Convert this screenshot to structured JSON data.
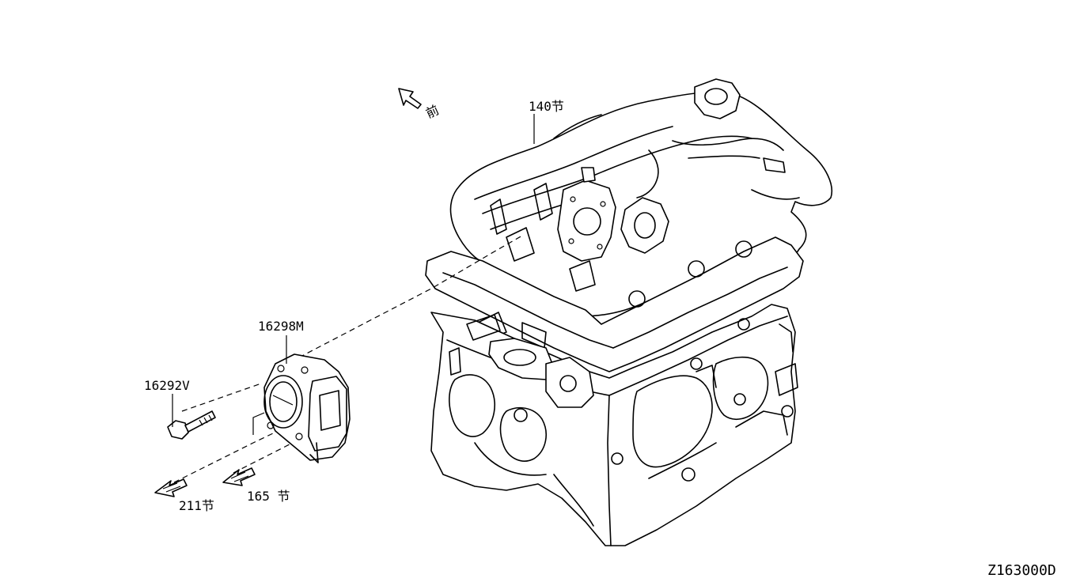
{
  "diagram": {
    "front_marker": {
      "label": "前",
      "icon": "front-arrow-icon"
    },
    "callouts": {
      "intake_manifold_ref": "140节",
      "throttle_body": "16298M",
      "bolt": "16292V",
      "ref_211": "211节",
      "ref_165": "165 节"
    },
    "figure_code": "Z163000D"
  }
}
